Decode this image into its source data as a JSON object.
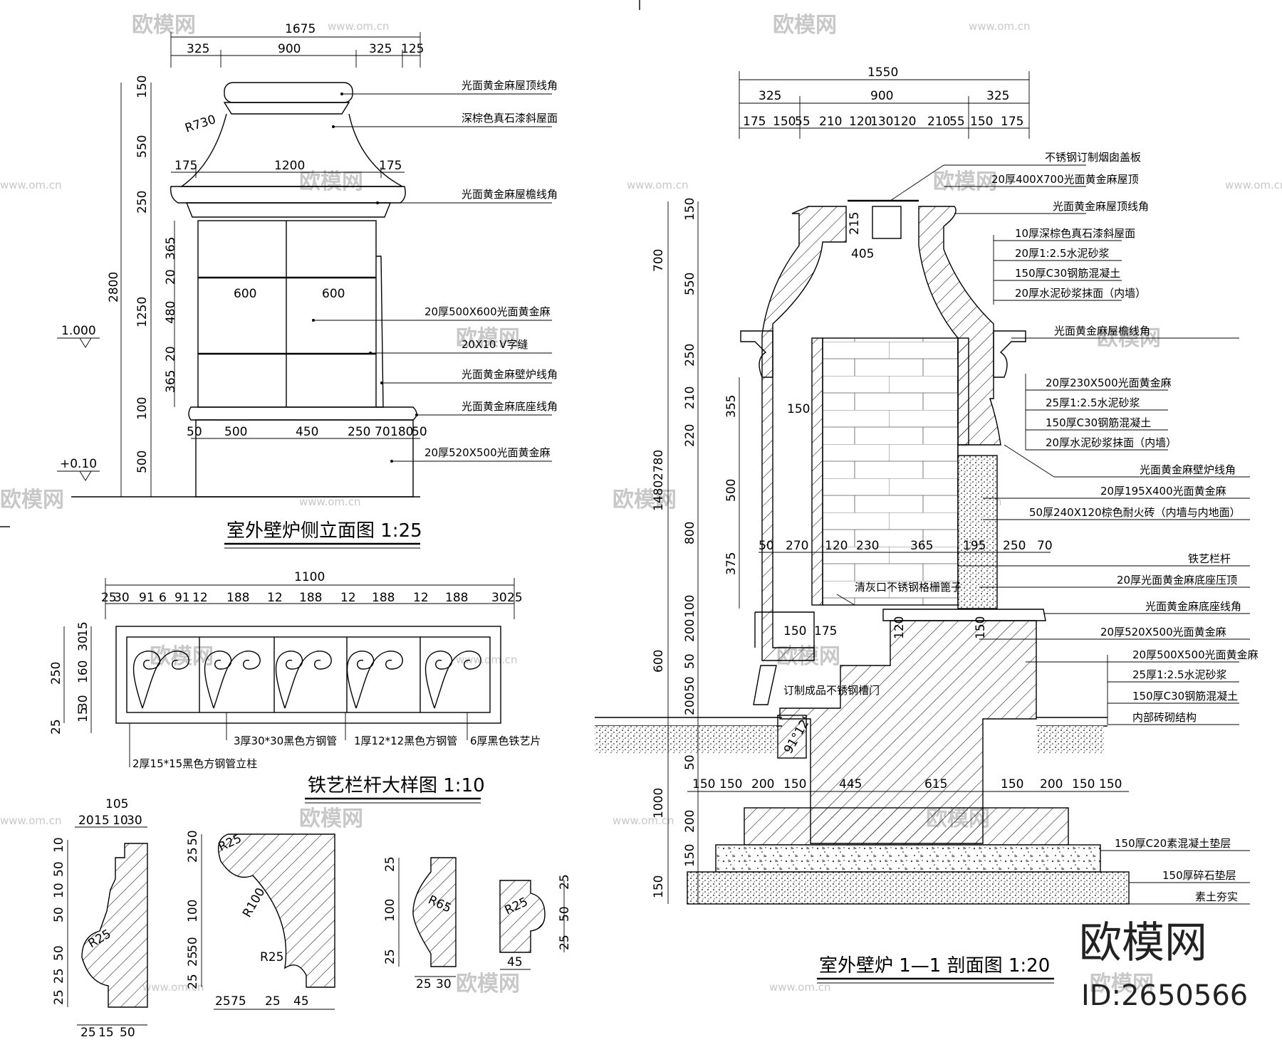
{
  "drawings": {
    "side_elevation": {
      "title": "室外壁炉侧立面图 1:25",
      "top_dims": [
        "1675",
        "325",
        "900",
        "325",
        "125"
      ],
      "inner_dims": [
        "175",
        "1200",
        "175"
      ],
      "left_dims": [
        "150",
        "550",
        "250",
        "365",
        "20",
        "480",
        "20",
        "365",
        "100",
        "500",
        "1250",
        "2800"
      ],
      "panel_dims": [
        "600",
        "600"
      ],
      "bottom_dims": [
        "50",
        "500",
        "450",
        "250",
        "70",
        "180",
        "50"
      ],
      "radius": "R730",
      "levels": [
        "1.000",
        "+0.10"
      ],
      "labels": [
        "光面黄金麻屋顶线角",
        "深棕色真石漆斜屋面",
        "光面黄金麻屋檐线角",
        "20厚500X600光面黄金麻",
        "20X10 V字缝",
        "光面黄金麻壁炉线角",
        "光面黄金麻底座线角",
        "20厚520X500光面黄金麻"
      ]
    },
    "railing_detail": {
      "title": "铁艺栏杆大样图 1:10",
      "overall": "1100",
      "top_dims": [
        "25",
        "30",
        "91",
        "6",
        "91",
        "12",
        "188",
        "12",
        "188",
        "12",
        "188",
        "12",
        "188",
        "30",
        "25"
      ],
      "left_dims": [
        "250",
        "15",
        "30",
        "160",
        "30",
        "15",
        "25"
      ],
      "labels": [
        "3厚30*30黑色方钢管",
        "1厚12*12黑色方钢管",
        "6厚黑色铁艺片",
        "2厚15*15黑色方钢管立柱"
      ]
    },
    "profiles": {
      "profile1_dims": [
        "105",
        "20",
        "15",
        "10",
        "30",
        "10",
        "50",
        "10",
        "50",
        "50",
        "25",
        "25",
        "25",
        "15",
        "50"
      ],
      "profile1_radius": "R25",
      "profile2_dims": [
        "25",
        "50",
        "100",
        "25",
        "50",
        "25",
        "25",
        "75",
        "25",
        "45"
      ],
      "profile2_radii": [
        "R25",
        "R100",
        "R25"
      ],
      "profile3_dims": [
        "25",
        "100",
        "25",
        "25",
        "30"
      ],
      "profile3_radius": "R65",
      "profile4_dims": [
        "25",
        "50",
        "25",
        "45"
      ],
      "profile4_radius": "R25"
    },
    "section": {
      "title": "室外壁炉 1—1 剖面图 1:20",
      "top_dims": [
        "1550",
        "325",
        "900",
        "325",
        "175",
        "150",
        "55",
        "210",
        "120",
        "130",
        "120",
        "210",
        "55",
        "150",
        "175"
      ],
      "inner_dims": [
        "405",
        "215"
      ],
      "left_dims": [
        "2780",
        "150",
        "550",
        "250",
        "700",
        "210",
        "220",
        "1480",
        "355",
        "500",
        "800",
        "375",
        "100",
        "200",
        "600",
        "50",
        "50",
        "200",
        "50",
        "1000",
        "200",
        "150",
        "150"
      ],
      "mid_dims": [
        "150",
        "50",
        "270",
        "120",
        "230",
        "365",
        "195",
        "250",
        "70",
        "150",
        "175",
        "120",
        "150"
      ],
      "base_dims": [
        "150",
        "150",
        "200",
        "150",
        "445",
        "615",
        "150",
        "200",
        "150",
        "150"
      ],
      "angle": "91°12'",
      "labels": [
        "不锈钢订制烟囱盖板",
        "20厚400X700光面黄金麻屋顶",
        "光面黄金麻屋顶线角",
        "10厚深棕色真石漆斜屋面",
        "20厚1:2.5水泥砂浆",
        "150厚C30钢筋混凝土",
        "20厚水泥砂浆抹面（内墙）",
        "光面黄金麻屋檐线角",
        "20厚230X500光面黄金麻",
        "25厚1:2.5水泥砂浆",
        "150厚C30钢筋混凝土",
        "20厚水泥砂浆抹面（内墙）",
        "光面黄金麻壁炉线角",
        "20厚195X400光面黄金麻",
        "50厚240X120棕色耐火砖（内墙与内地面）",
        "铁艺栏杆",
        "20厚光面黄金麻底座压顶",
        "光面黄金麻底座线角",
        "20厚520X500光面黄金麻",
        "20厚500X500光面黄金麻",
        "25厚1:2.5水泥砂浆",
        "150厚C30钢筋混凝土",
        "内部砖砌结构",
        "150厚C20素混凝土垫层",
        "150厚碎石垫层",
        "素土夯实"
      ],
      "inner_labels": [
        "清灰口不锈钢格栅篦子",
        "订制成品不锈钢槽门"
      ]
    }
  },
  "watermark": {
    "brand": "欧模网",
    "site": "www.om.cn",
    "id": "ID:2650566"
  }
}
